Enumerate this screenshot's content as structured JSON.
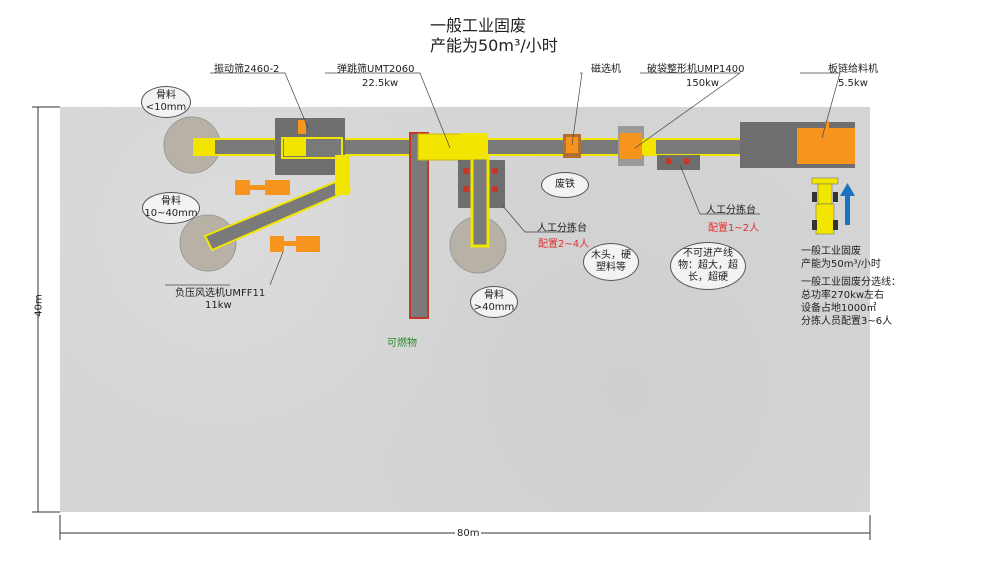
{
  "title": {
    "line1": "一般工业固废",
    "line2": "产能为50m³/小时"
  },
  "dimensions": {
    "height": "40m",
    "width": "80m"
  },
  "equipment": {
    "vibrating_screen": {
      "name": "振动筛2460-2"
    },
    "bounce_screen": {
      "name": "弹跳筛UMT2060",
      "power": "22.5kw"
    },
    "magnetic_separator": {
      "name": "磁选机"
    },
    "bag_breaker": {
      "name": "破袋整形机UMP1400",
      "power": "150kw"
    },
    "plate_feeder": {
      "name": "板链给料机",
      "power": "5.5kw"
    },
    "air_separator": {
      "name": "负压风选机UMFF11",
      "power": "11kw"
    },
    "sorting_station_1": {
      "name": "人工分拣台",
      "staff": "配置2~4人"
    },
    "sorting_station_2": {
      "name": "人工分拣台",
      "staff": "配置1~2人"
    }
  },
  "bubbles": {
    "agg_small": [
      "骨料",
      "<10mm"
    ],
    "agg_mid": [
      "骨料",
      "10~40mm"
    ],
    "agg_large": [
      "骨料",
      ">40mm"
    ],
    "scrap_iron": "废铁",
    "wood": [
      "木头，硬",
      "塑料等"
    ],
    "reject": [
      "不可进产线",
      "物：超大，超",
      "长，超硬"
    ],
    "combustible": "可燃物"
  },
  "notes": {
    "n1": "一般工业固废",
    "n2": "产能为50m³/小时",
    "n3": "一般工业固废分选线：",
    "n4": "总功率270kw左右",
    "n5": "设备占地1000㎡",
    "n6": "分拣人员配置3~6人"
  },
  "colors": {
    "belt": "#7a7a7a",
    "frame": "#f2e600",
    "equip": "#f7941d",
    "red_conveyor": "#c0392b",
    "arrow": "#1a73c0",
    "floor": "#d4d4d4"
  }
}
